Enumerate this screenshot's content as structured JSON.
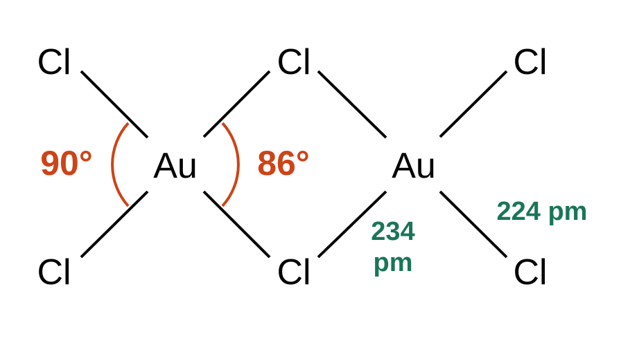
{
  "atoms": {
    "au1": "Au",
    "au2": "Au",
    "cl_tl": "Cl",
    "cl_tm": "Cl",
    "cl_tr": "Cl",
    "cl_bl": "Cl",
    "cl_bm": "Cl",
    "cl_br": "Cl"
  },
  "angles": {
    "terminal": "90°",
    "bridging": "86°"
  },
  "lengths": {
    "bridging_num": "234",
    "bridging_unit": "pm",
    "terminal": "224 pm"
  },
  "colors": {
    "angle": "#cc4418",
    "length": "#1a7558"
  }
}
